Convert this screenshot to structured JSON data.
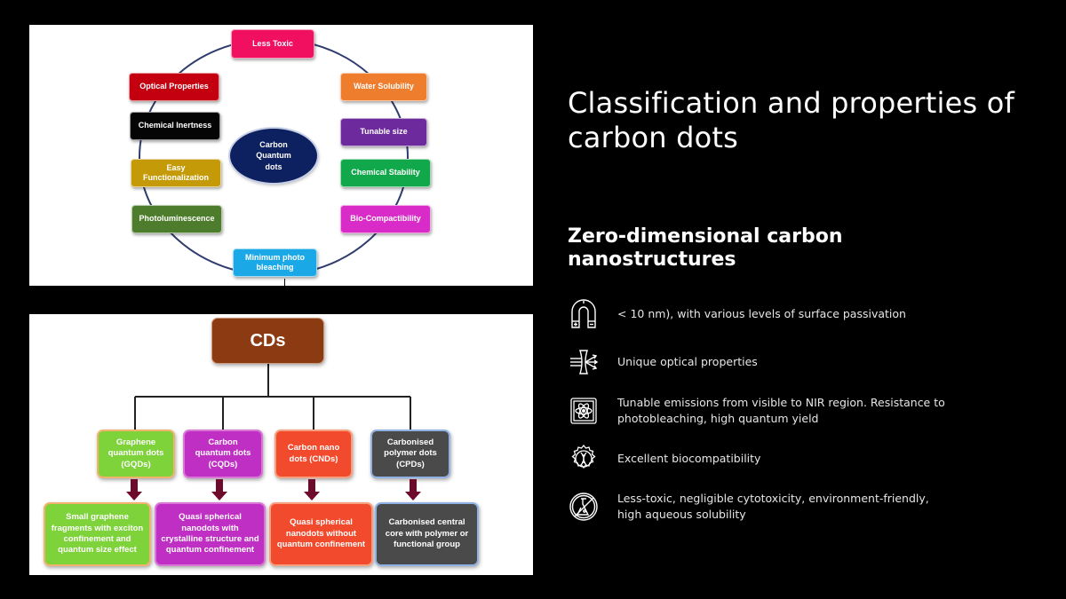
{
  "slide": {
    "title": "Classification and properties of carbon dots",
    "subtitle": "Zero-dimensional carbon nanostructures"
  },
  "features": [
    {
      "icon": "magnet-icon",
      "text": "< 10 nm), with various levels of surface passivation"
    },
    {
      "icon": "light-refraction-icon",
      "text": "Unique optical properties"
    },
    {
      "icon": "atom-chip-icon",
      "text": "Tunable emissions from visible to NIR region. Resistance to photobleaching, high quantum yield"
    },
    {
      "icon": "dna-gear-icon",
      "text": "Excellent biocompatibility"
    },
    {
      "icon": "no-chemical-flask-icon",
      "text": "Less-toxic, negligible cytotoxicity, environment-friendly, high aqueous solubility"
    }
  ],
  "properties_diagram": {
    "center": "Carbon\nQuantum\ndots",
    "center_color": "#0d2060",
    "items": [
      {
        "label": "Less Toxic",
        "color": "#f0105f"
      },
      {
        "label": "Water Solubility",
        "color": "#ef7d2e"
      },
      {
        "label": "Tunable size",
        "color": "#6c2a9c"
      },
      {
        "label": "Chemical Stability",
        "color": "#10a84a"
      },
      {
        "label": "Bio-Compactibility",
        "color": "#d92bc8"
      },
      {
        "label": "Minimum photo bleaching",
        "color": "#1ba8e6"
      },
      {
        "label": "Photoluminescence",
        "color": "#4d7c2c"
      },
      {
        "label": "Easy Functionalization",
        "color": "#c59a08"
      },
      {
        "label": "Chemical Inertness",
        "color": "#050505"
      },
      {
        "label": "Optical Properties",
        "color": "#c40010"
      }
    ]
  },
  "classification_diagram": {
    "root": {
      "label": "CDs",
      "color": "#8b3a11"
    },
    "categories": [
      {
        "label": "Graphene\nquantum dots\n(GQDs)",
        "description": "Small graphene\nfragments with exciton\nconfinement and\nquantum size effect",
        "color": "#7ed23a",
        "border": "#f2b36f"
      },
      {
        "label": "Carbon\nquantum dots\n(CQDs)",
        "description": "Quasi spherical\nnanodots with\ncrystalline structure and\nquantum confinement",
        "color": "#c02fc4",
        "border": "#d877d6"
      },
      {
        "label": "Carbon nano\ndots (CNDs)",
        "description": "Quasi spherical\nnanodots without\nquantum confinement",
        "color": "#f24a2c",
        "border": "#f6a07f"
      },
      {
        "label": "Carbonised\npolymer dots\n(CPDs)",
        "description": "Carbonised central\ncore with polymer or\nfunctional group",
        "color": "#4a4a4a",
        "border": "#8fb1e4"
      }
    ],
    "arrow_color": "#6e0a2a"
  }
}
